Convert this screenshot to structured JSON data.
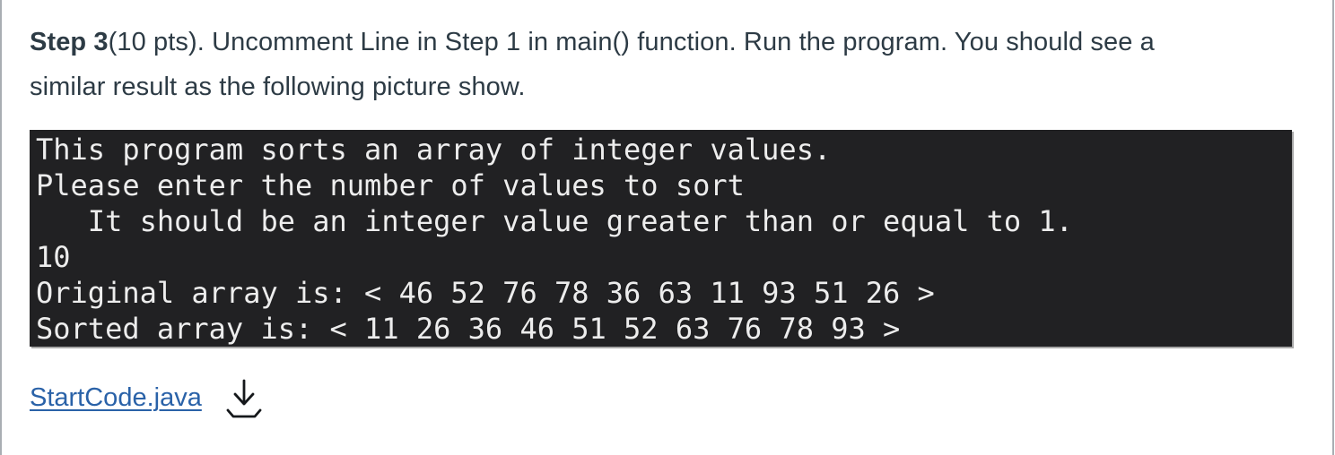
{
  "page": {
    "background_color": "#ffffff",
    "edge_border_color": "#a9aeb3"
  },
  "instruction": {
    "step_label": "Step 3",
    "line1_rest": "(10 pts). Uncomment Line in Step 1 in main() function. Run the program. You should see a",
    "line2": "similar result as the following picture show.",
    "text_color": "#2d3b45"
  },
  "terminal": {
    "background_color": "#212123",
    "text_color": "#ededed",
    "lines": [
      "This program sorts an array of integer values.",
      "Please enter the number of values to sort",
      "   It should be an integer value greater than or equal to 1.",
      "10",
      "Original array is: < 46 52 76 78 36 63 11 93 51 26 >",
      "Sorted array is: < 11 26 36 46 51 52 63 76 78 93 >"
    ],
    "entered_value": "10",
    "original_array": [
      46,
      52,
      76,
      78,
      36,
      63,
      11,
      93,
      51,
      26
    ],
    "sorted_array": [
      11,
      26,
      36,
      46,
      51,
      52,
      63,
      76,
      78,
      93
    ]
  },
  "attachment": {
    "link_label": "StartCode.java",
    "link_color": "#2a62a8",
    "icon": "download-icon",
    "icon_color": "#15181b"
  }
}
